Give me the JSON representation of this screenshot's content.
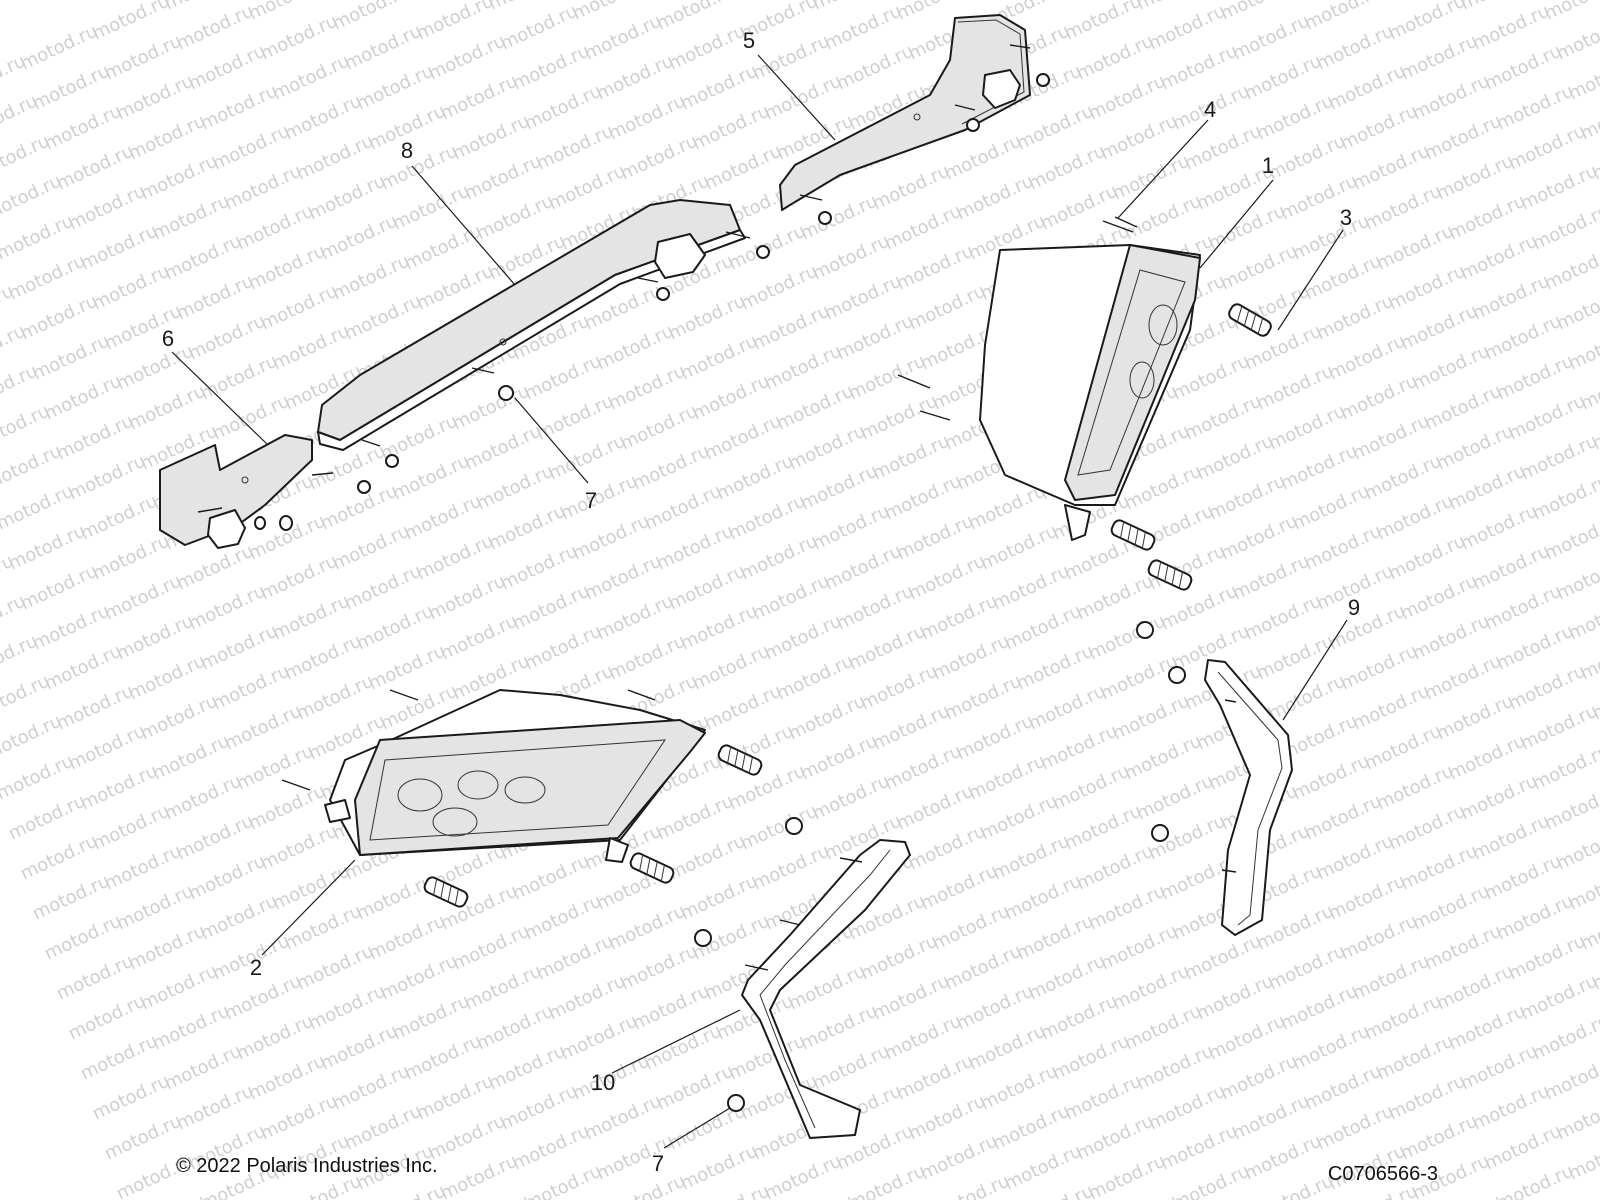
{
  "watermark": {
    "text": "motod.ru"
  },
  "callouts": [
    {
      "id": "1",
      "label": "1"
    },
    {
      "id": "2",
      "label": "2"
    },
    {
      "id": "3",
      "label": "3"
    },
    {
      "id": "4",
      "label": "4"
    },
    {
      "id": "5",
      "label": "5"
    },
    {
      "id": "6",
      "label": "6"
    },
    {
      "id": "7a",
      "label": "7"
    },
    {
      "id": "7b",
      "label": "7"
    },
    {
      "id": "8",
      "label": "8"
    },
    {
      "id": "9",
      "label": "9"
    },
    {
      "id": "10",
      "label": "10"
    }
  ],
  "footer": {
    "copyright": "© 2022 Polaris Industries Inc.",
    "diagram_code": "C0706566-3"
  }
}
